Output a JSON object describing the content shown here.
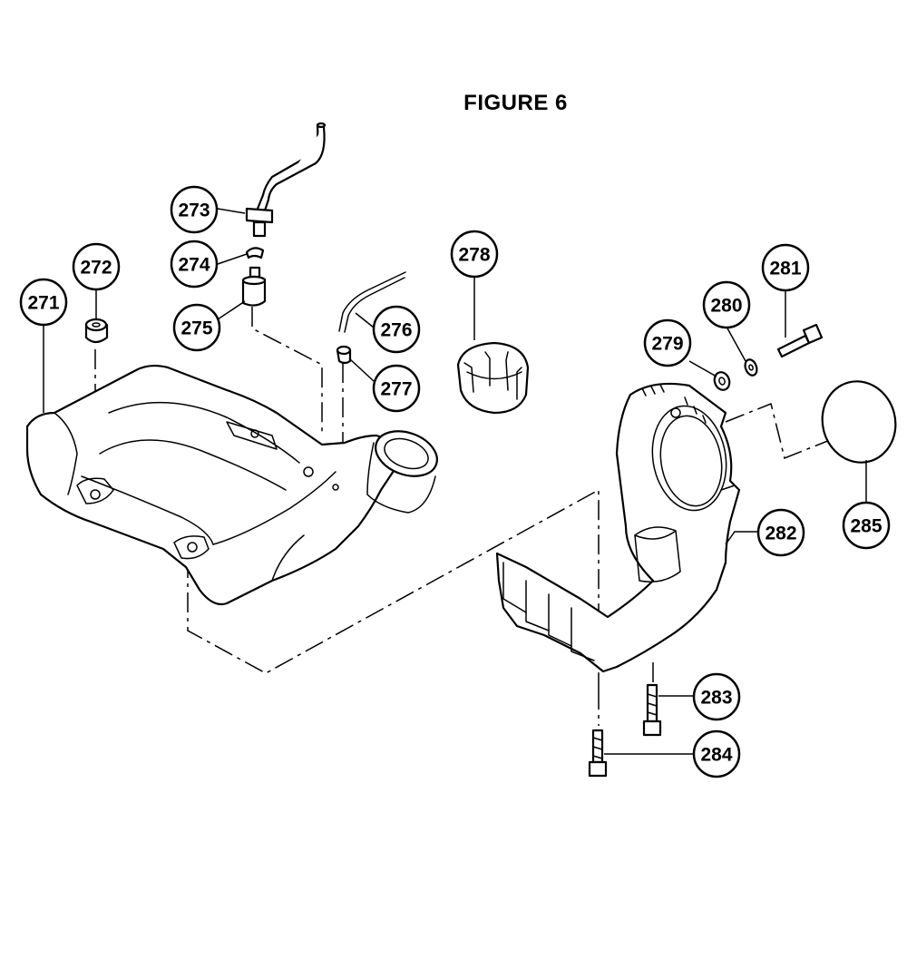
{
  "figure": {
    "title": "FIGURE 6"
  },
  "callouts": [
    {
      "id": "271",
      "label": "271"
    },
    {
      "id": "272",
      "label": "272"
    },
    {
      "id": "273",
      "label": "273"
    },
    {
      "id": "274",
      "label": "274"
    },
    {
      "id": "275",
      "label": "275"
    },
    {
      "id": "276",
      "label": "276"
    },
    {
      "id": "277",
      "label": "277"
    },
    {
      "id": "278",
      "label": "278"
    },
    {
      "id": "279",
      "label": "279"
    },
    {
      "id": "280",
      "label": "280"
    },
    {
      "id": "281",
      "label": "281"
    },
    {
      "id": "282",
      "label": "282"
    },
    {
      "id": "283",
      "label": "283"
    },
    {
      "id": "284",
      "label": "284"
    },
    {
      "id": "285",
      "label": "285"
    }
  ]
}
